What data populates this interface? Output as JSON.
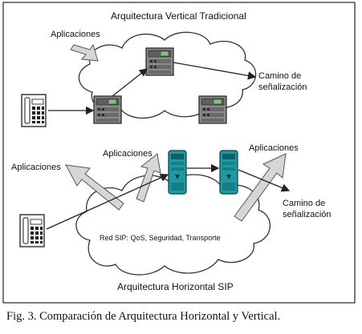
{
  "top_panel": {
    "title": "Arquitectura Vertical Tradicional",
    "apps_label": "Aplicaciones",
    "signaling_label_line1": "Camino de",
    "signaling_label_line2": "señalización"
  },
  "bottom_panel": {
    "apps_label_left": "Aplicaciones",
    "apps_label_center": "Aplicaciones",
    "apps_label_right": "Aplicaciones",
    "signaling_label_line1": "Camino de",
    "signaling_label_line2": "señalización",
    "network_label": "Red SIP: QoS, Seguridad, Transporte",
    "title": "Arquitectura Horizontal SIP"
  },
  "caption": "Fig. 3. Comparación de Arquitectura Horizontal y Vertical.",
  "colors": {
    "border": "#222222",
    "server_gray": "#7a7a7a",
    "server_teal": "#1e9aa3",
    "arrow_fill": "#d6d6d6",
    "arrow_stroke": "#555555"
  }
}
